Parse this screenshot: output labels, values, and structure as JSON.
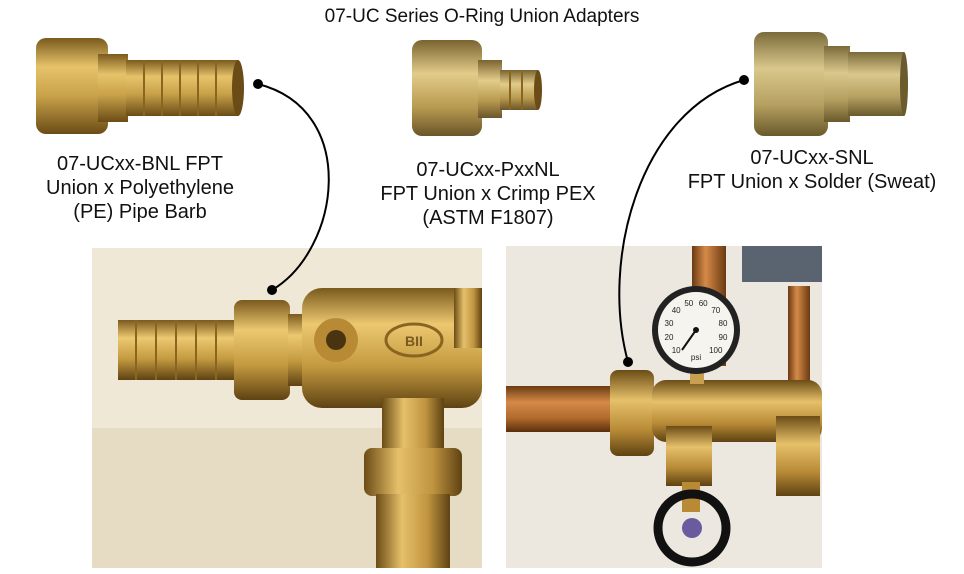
{
  "title": "07-UC Series O-Ring Union Adapters",
  "products": [
    {
      "line1": "07-UCxx-BNL FPT",
      "line2": "Union x Polyethylene",
      "line3": "(PE) Pipe Barb"
    },
    {
      "line1": "07-UCxx-PxxNL",
      "line2": "FPT Union x Crimp PEX",
      "line3": "(ASTM F1807)"
    },
    {
      "line1": "07-UCxx-SNL",
      "line2": "FPT Union x Solder (Sweat)"
    }
  ],
  "gauge": {
    "ticks": [
      "10",
      "20",
      "30",
      "40",
      "50",
      "60",
      "70",
      "80",
      "90",
      "100"
    ],
    "unit": "psi"
  },
  "logo_text": "BII",
  "colors": {
    "brass": "#c9a24a",
    "brass_dark": "#8a6520",
    "copper": "#b8732f",
    "wall": "#efe8d6",
    "wall2": "#ece8e0"
  }
}
